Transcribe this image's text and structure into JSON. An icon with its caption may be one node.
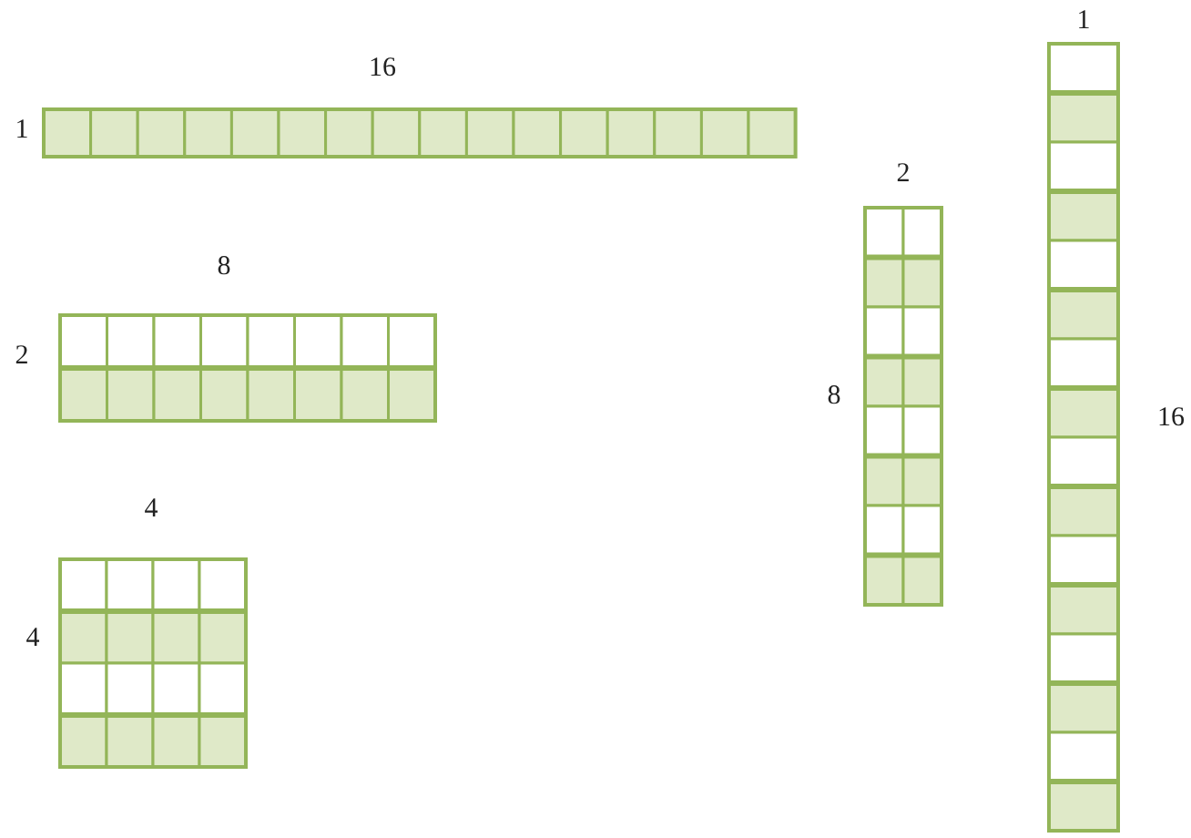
{
  "diagram": {
    "labels": [
      "16",
      "1",
      "8",
      "2",
      "4",
      "4",
      "2",
      "8",
      "1",
      "16"
    ]
  }
}
